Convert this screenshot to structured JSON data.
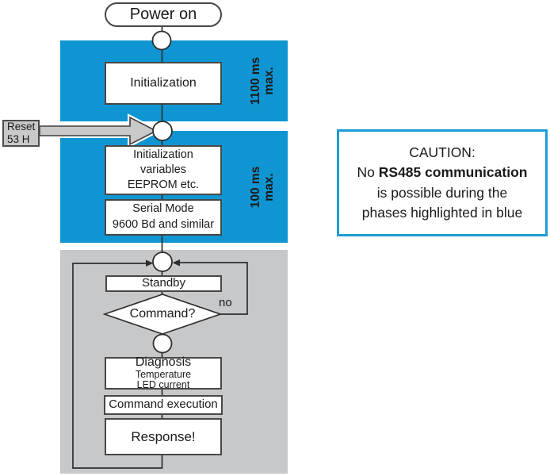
{
  "flowchart": {
    "power_on": "Power on",
    "boxes": {
      "initialization": "Initialization",
      "init_variables": "Initialization\nvariables\nEEPROM etc.",
      "serial_mode": "Serial Mode\n9600 Bd and similar",
      "standby": "Standby",
      "command": "Command?",
      "diagnosis_title": "Diagnosis",
      "diagnosis_line2": "Temperature",
      "diagnosis_line3": "LED current",
      "command_execution": "Command execution",
      "response": "Response!"
    },
    "labels": {
      "phase1_duration": "1100 ms\nmax.",
      "phase2_duration": "100 ms\nmax.",
      "reset": "Reset\n53 H",
      "no_branch": "no"
    }
  },
  "caution": {
    "line1": "CAUTION:",
    "line2_prefix": "No ",
    "line2_bold": "RS485 communication",
    "line3": "is possible during the",
    "line4": "phases highlighted in blue"
  },
  "colors": {
    "phase_blue": "#0f96d2",
    "loop_gray": "#c7c8ca",
    "reset_gray": "#c9c9c9",
    "caution_border": "#1e9cd7",
    "line_dark": "#2e2e2e"
  }
}
